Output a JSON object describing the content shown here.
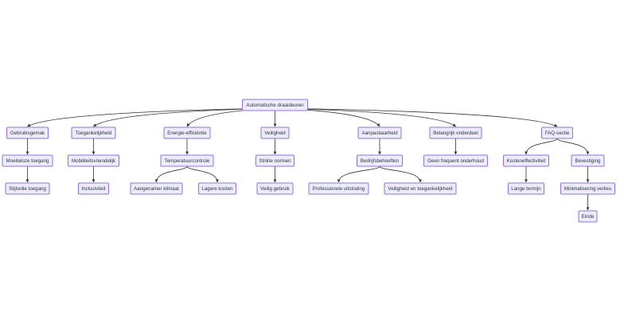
{
  "diagram": {
    "type": "flowchart",
    "colors": {
      "node_fill": "#ececff",
      "node_border": "#9370db",
      "edge": "#333333",
      "text": "#333333"
    },
    "nodes": [
      {
        "id": "root",
        "label": "Automatische draaideuren"
      },
      {
        "id": "gebruiksgemak",
        "label": "Gebruiksgemak"
      },
      {
        "id": "toegankelijkheid",
        "label": "Toegankelijkheid"
      },
      {
        "id": "energie",
        "label": "Energie-efficiëntie"
      },
      {
        "id": "veiligheid",
        "label": "Veiligheid"
      },
      {
        "id": "aanpasbaarheid",
        "label": "Aanpasbaarheid"
      },
      {
        "id": "onderdeel",
        "label": "Belangrijk onderdeel"
      },
      {
        "id": "faq",
        "label": "FAQ-sectie"
      },
      {
        "id": "moeiteloze",
        "label": "Moeiteloze toegang"
      },
      {
        "id": "mobiliteit",
        "label": "Mobiliteitsvriendelijk"
      },
      {
        "id": "temperatuur",
        "label": "Temperatuurcontrole"
      },
      {
        "id": "strikte",
        "label": "Strikte normen"
      },
      {
        "id": "bedrijfs",
        "label": "Bedrijfsbehoeften"
      },
      {
        "id": "onderhoud",
        "label": "Geen frequent onderhoud"
      },
      {
        "id": "kosteneff",
        "label": "Kosteneffectiviteit"
      },
      {
        "id": "bevestiging",
        "label": "Bevestiging"
      },
      {
        "id": "stijlvolle",
        "label": "Stijlvolle toegang"
      },
      {
        "id": "inclusiviteit",
        "label": "Inclusiviteit"
      },
      {
        "id": "klimaat",
        "label": "Aangenamer klimaat"
      },
      {
        "id": "lagere",
        "label": "Lagere kosten"
      },
      {
        "id": "veilig",
        "label": "Veilig gebruik"
      },
      {
        "id": "professioneel",
        "label": "Professionele uitstraling"
      },
      {
        "id": "veiltoeg",
        "label": "Veiligheid en toegankelijkheid"
      },
      {
        "id": "lange",
        "label": "Lange termijn"
      },
      {
        "id": "minimalisering",
        "label": "Minimalisering verlies"
      },
      {
        "id": "einde",
        "label": "Einde"
      }
    ],
    "edges": [
      {
        "from": "root",
        "to": "gebruiksgemak"
      },
      {
        "from": "root",
        "to": "toegankelijkheid"
      },
      {
        "from": "root",
        "to": "energie"
      },
      {
        "from": "root",
        "to": "veiligheid"
      },
      {
        "from": "root",
        "to": "aanpasbaarheid"
      },
      {
        "from": "root",
        "to": "onderdeel"
      },
      {
        "from": "root",
        "to": "faq"
      },
      {
        "from": "gebruiksgemak",
        "to": "moeiteloze"
      },
      {
        "from": "moeiteloze",
        "to": "stijlvolle"
      },
      {
        "from": "toegankelijkheid",
        "to": "mobiliteit"
      },
      {
        "from": "mobiliteit",
        "to": "inclusiviteit"
      },
      {
        "from": "energie",
        "to": "temperatuur"
      },
      {
        "from": "temperatuur",
        "to": "klimaat"
      },
      {
        "from": "temperatuur",
        "to": "lagere"
      },
      {
        "from": "veiligheid",
        "to": "strikte"
      },
      {
        "from": "strikte",
        "to": "veilig"
      },
      {
        "from": "aanpasbaarheid",
        "to": "bedrijfs"
      },
      {
        "from": "bedrijfs",
        "to": "professioneel"
      },
      {
        "from": "bedrijfs",
        "to": "veiltoeg"
      },
      {
        "from": "onderdeel",
        "to": "onderhoud"
      },
      {
        "from": "faq",
        "to": "kosteneff"
      },
      {
        "from": "faq",
        "to": "bevestiging"
      },
      {
        "from": "kosteneff",
        "to": "lange"
      },
      {
        "from": "bevestiging",
        "to": "minimalisering"
      },
      {
        "from": "minimalisering",
        "to": "einde"
      }
    ]
  }
}
